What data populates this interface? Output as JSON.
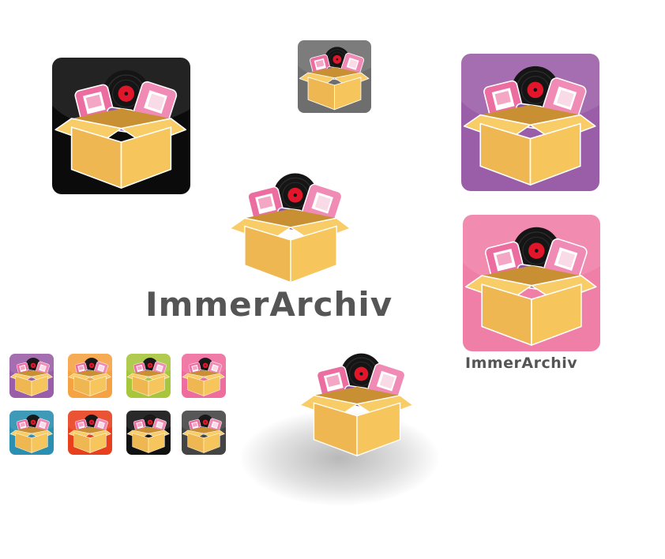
{
  "brand": {
    "name_large": "ImmerArchiv",
    "name_small": "ImmerArchiv"
  },
  "colors": {
    "box_light": "#f6c55c",
    "box_mid": "#e9b04c",
    "box_dark": "#d89d3a",
    "box_outline": "#ffffff",
    "photo_pink": "#ec6ea0",
    "photo_pink_light": "#f08bb5",
    "camera_purple": "#8c55a8",
    "vinyl_black": "#151515",
    "vinyl_label": "#e2162a",
    "text_gray": "#555555"
  },
  "tiles": {
    "large": [
      {
        "name": "black",
        "bg": "#0b0b0b"
      },
      {
        "name": "gray",
        "bg": "#6e6e6e"
      },
      {
        "name": "purple",
        "bg": "#9a5ea8"
      },
      {
        "name": "pink",
        "bg": "#f07fa7"
      }
    ],
    "small": [
      {
        "name": "purple",
        "bg": "#9a5ea8"
      },
      {
        "name": "orange",
        "bg": "#f5a342"
      },
      {
        "name": "green",
        "bg": "#a8c63c"
      },
      {
        "name": "pink",
        "bg": "#ee6d9c"
      },
      {
        "name": "teal",
        "bg": "#2a8fb0"
      },
      {
        "name": "red",
        "bg": "#e8401c"
      },
      {
        "name": "black",
        "bg": "#111111"
      },
      {
        "name": "dark-gray",
        "bg": "#444444"
      }
    ]
  },
  "icons": [
    "box-icon",
    "vinyl-record-icon",
    "photo-icon",
    "camera-icon"
  ]
}
